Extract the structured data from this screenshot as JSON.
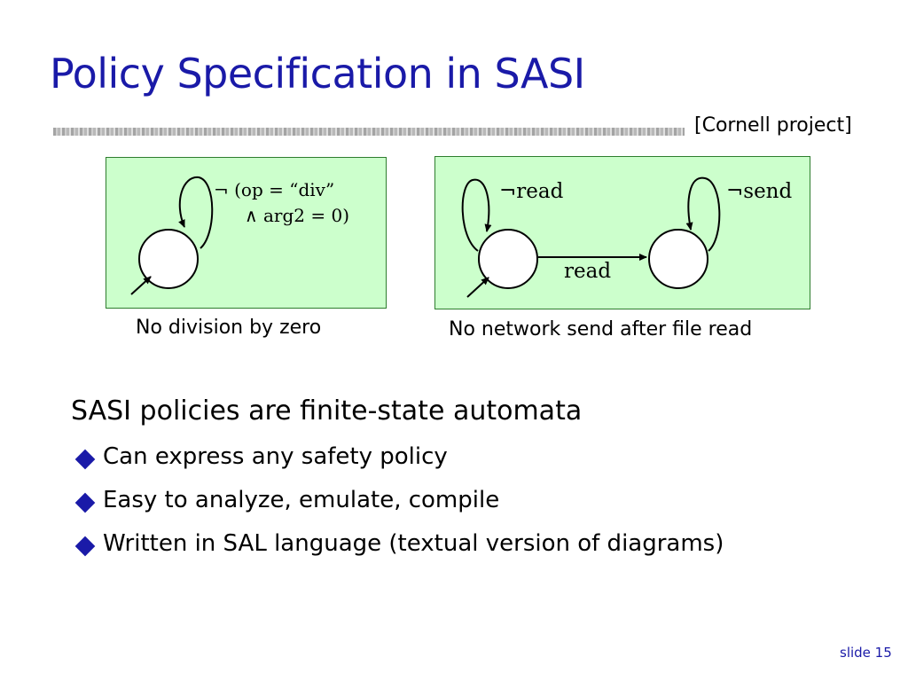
{
  "slide": {
    "title": "Policy Specification in SASI",
    "credit": "[Cornell project]",
    "diagram1": {
      "label_line1": "¬ (op = “div”",
      "label_line2": "∧ arg2 = 0)",
      "caption": "No division by zero",
      "fill_color": "#ccffcc"
    },
    "diagram2": {
      "self_loop_1": "¬read",
      "self_loop_2": "¬send",
      "transition": "read",
      "caption": "No network send after file read",
      "fill_color": "#ccffcc"
    },
    "lead": "SASI policies are finite-state automata",
    "bullets": [
      "Can express any safety policy",
      "Easy to analyze, emulate, compile",
      "Written in SAL language (textual version of diagrams)"
    ],
    "slide_number": "slide 15",
    "colors": {
      "title": "#1a1aa8",
      "bullet": "#1a1aa8",
      "box_fill": "#ccffcc"
    },
    "icons": {
      "bullet": "diamond-icon"
    }
  }
}
